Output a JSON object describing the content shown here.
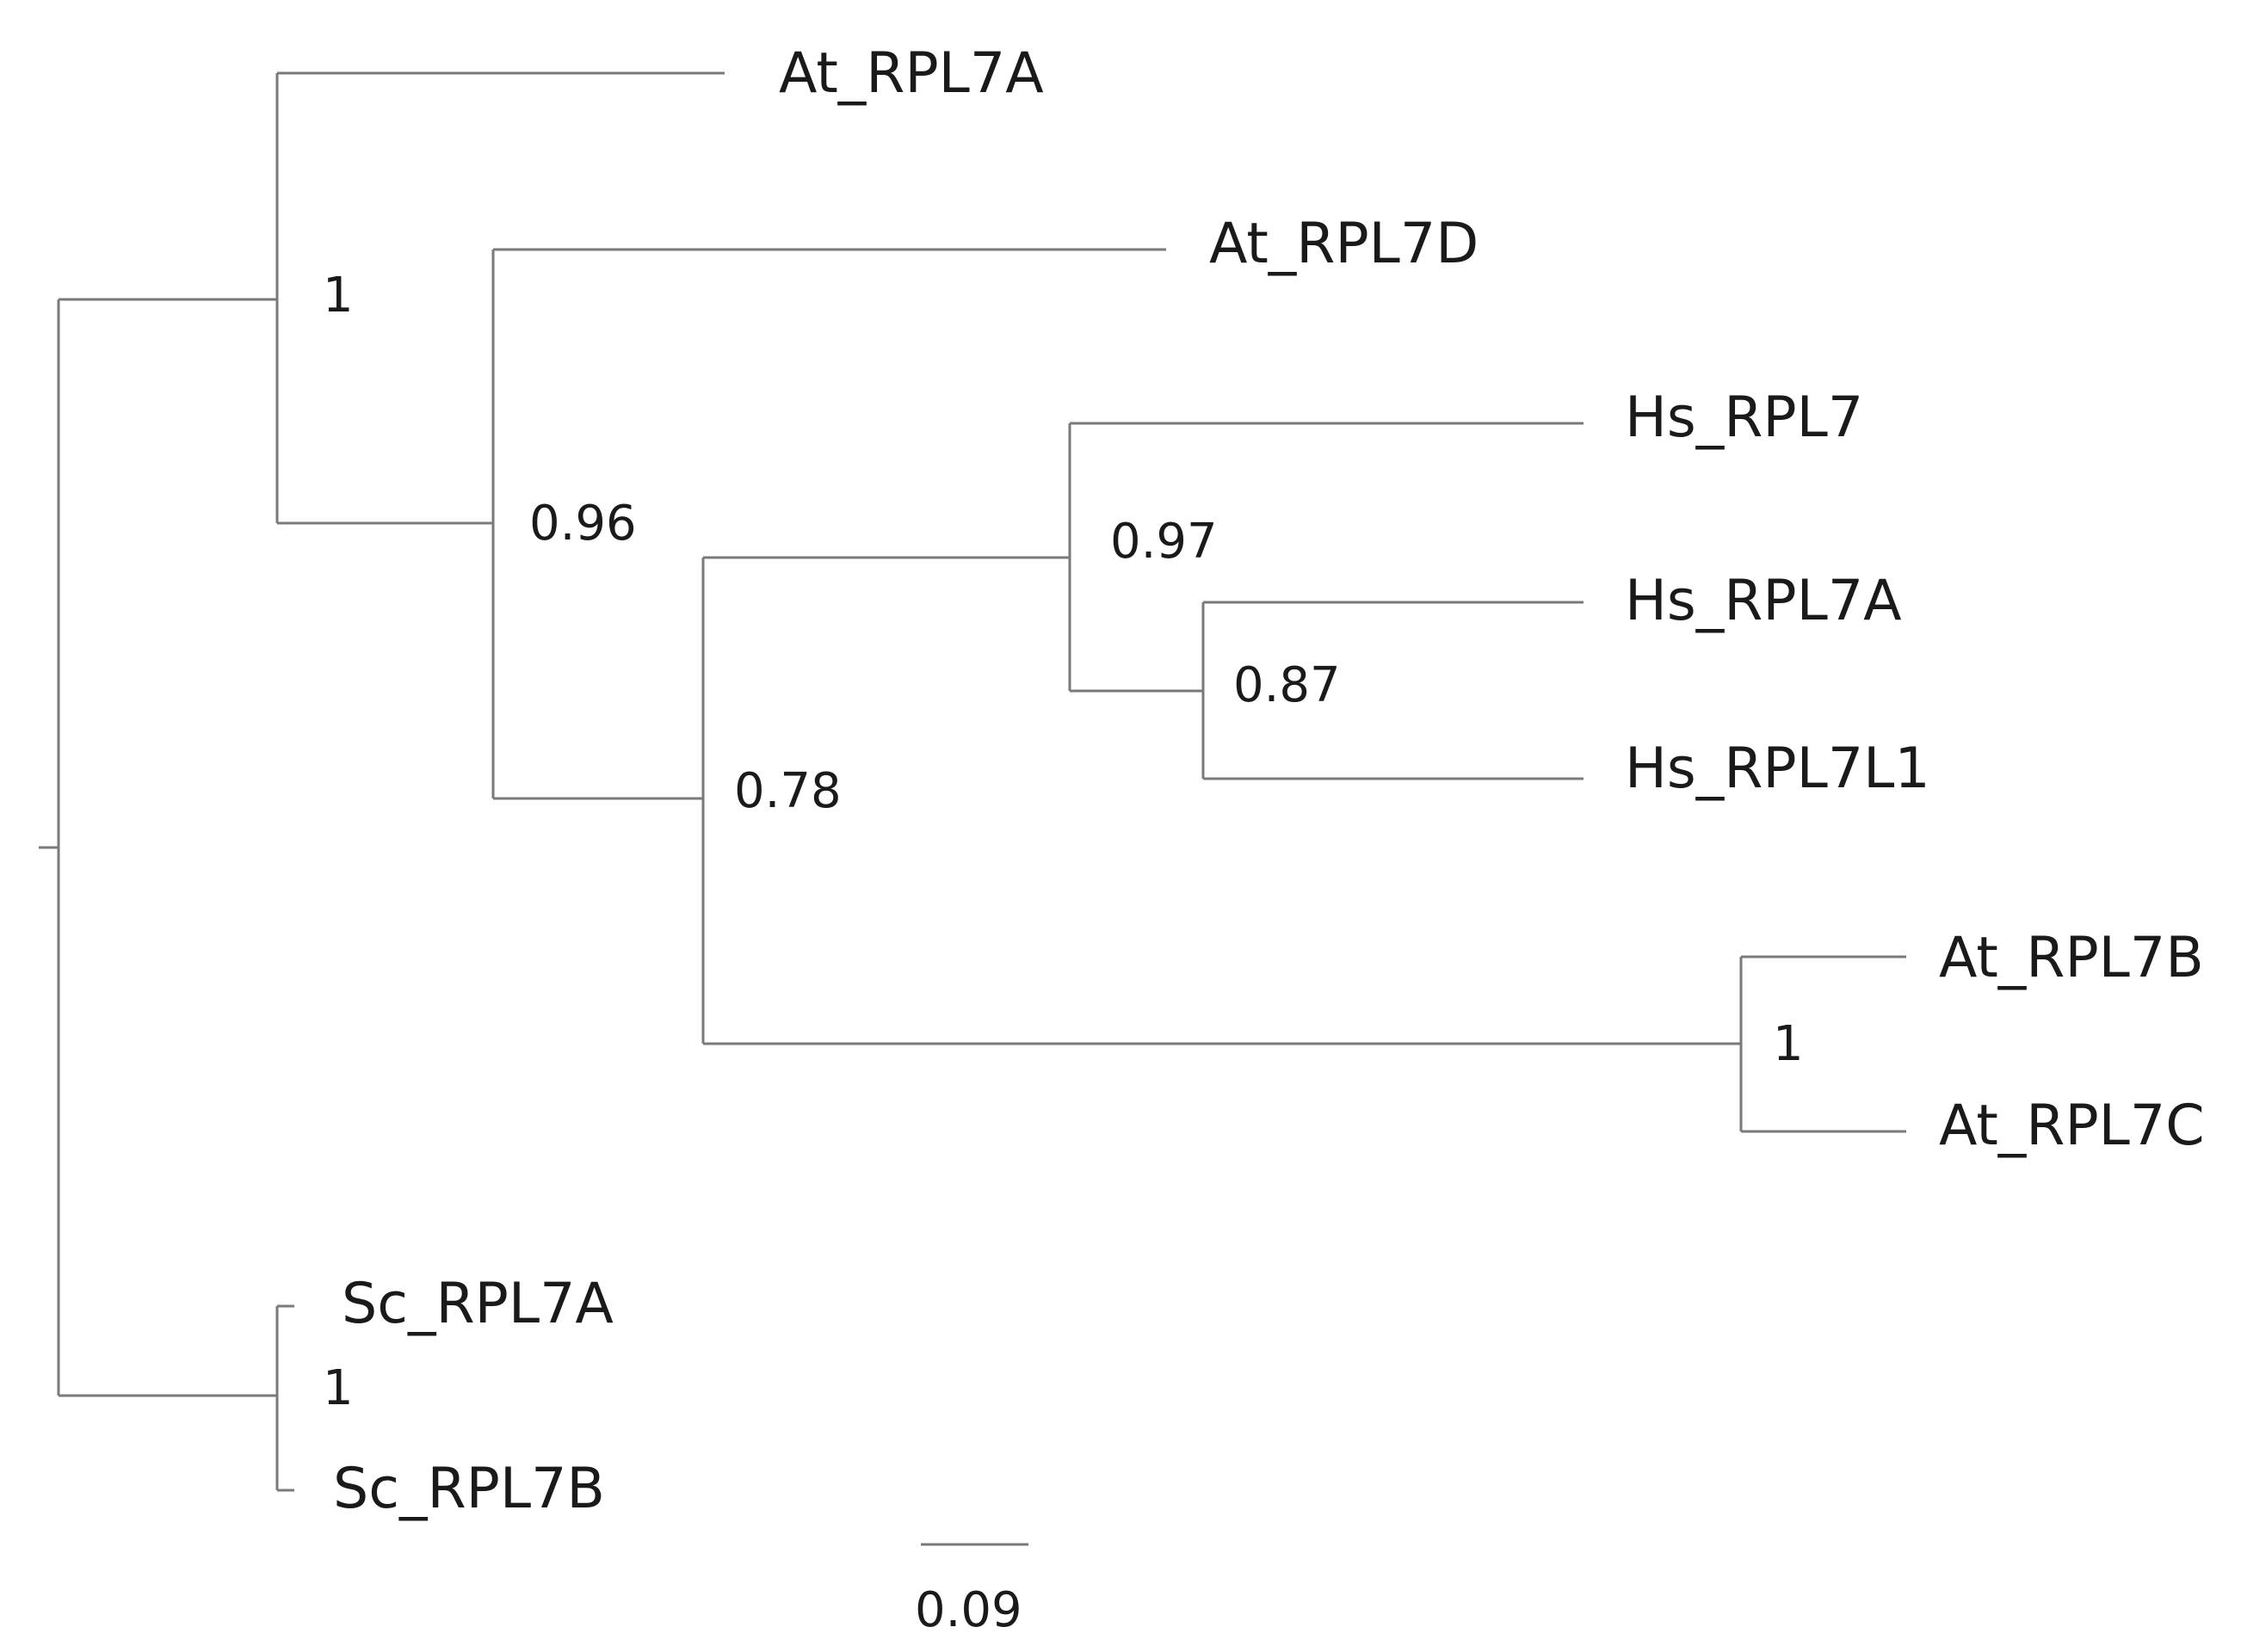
{
  "tree": {
    "leaves": {
      "at_rpl7a": "At_RPL7A",
      "at_rpl7d": "At_RPL7D",
      "hs_rpl7": "Hs_RPL7",
      "hs_rpl7a": "Hs_RPL7A",
      "hs_rpl7l1": "Hs_RPL7L1",
      "at_rpl7b": "At_RPL7B",
      "at_rpl7c": "At_RPL7C",
      "sc_rpl7a": "Sc_RPL7A",
      "sc_rpl7b": "Sc_RPL7B"
    },
    "support": {
      "at_clade": "1",
      "rpl7d_clade": "0.96",
      "core_clade": "0.78",
      "hs_clade": "0.97",
      "hs_rpl7a_l1": "0.87",
      "at_rpl7bc": "1",
      "sc_clade": "1"
    },
    "scale_bar": {
      "label": "0.09",
      "value": 0.09
    },
    "line_color": "#7a7a7a",
    "text_color": "#1a1a1a"
  }
}
